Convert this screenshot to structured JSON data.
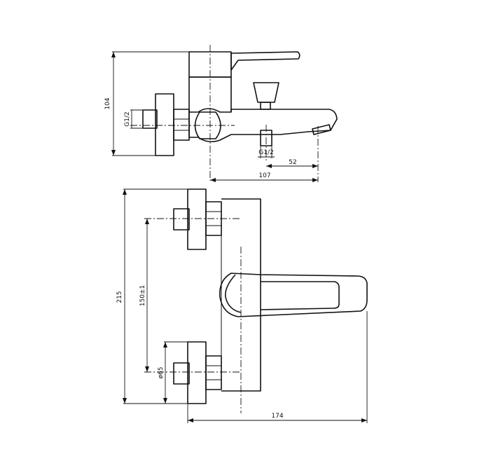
{
  "dimensions": {
    "height_top_view": "104",
    "thread_inlet": "G1/2",
    "thread_outlet": "G1/2",
    "spout_offset": "52",
    "depth": "107",
    "overall_height": "215",
    "inlet_centers": "150±1",
    "flange_diameter": "ø65",
    "overall_width": "174"
  }
}
